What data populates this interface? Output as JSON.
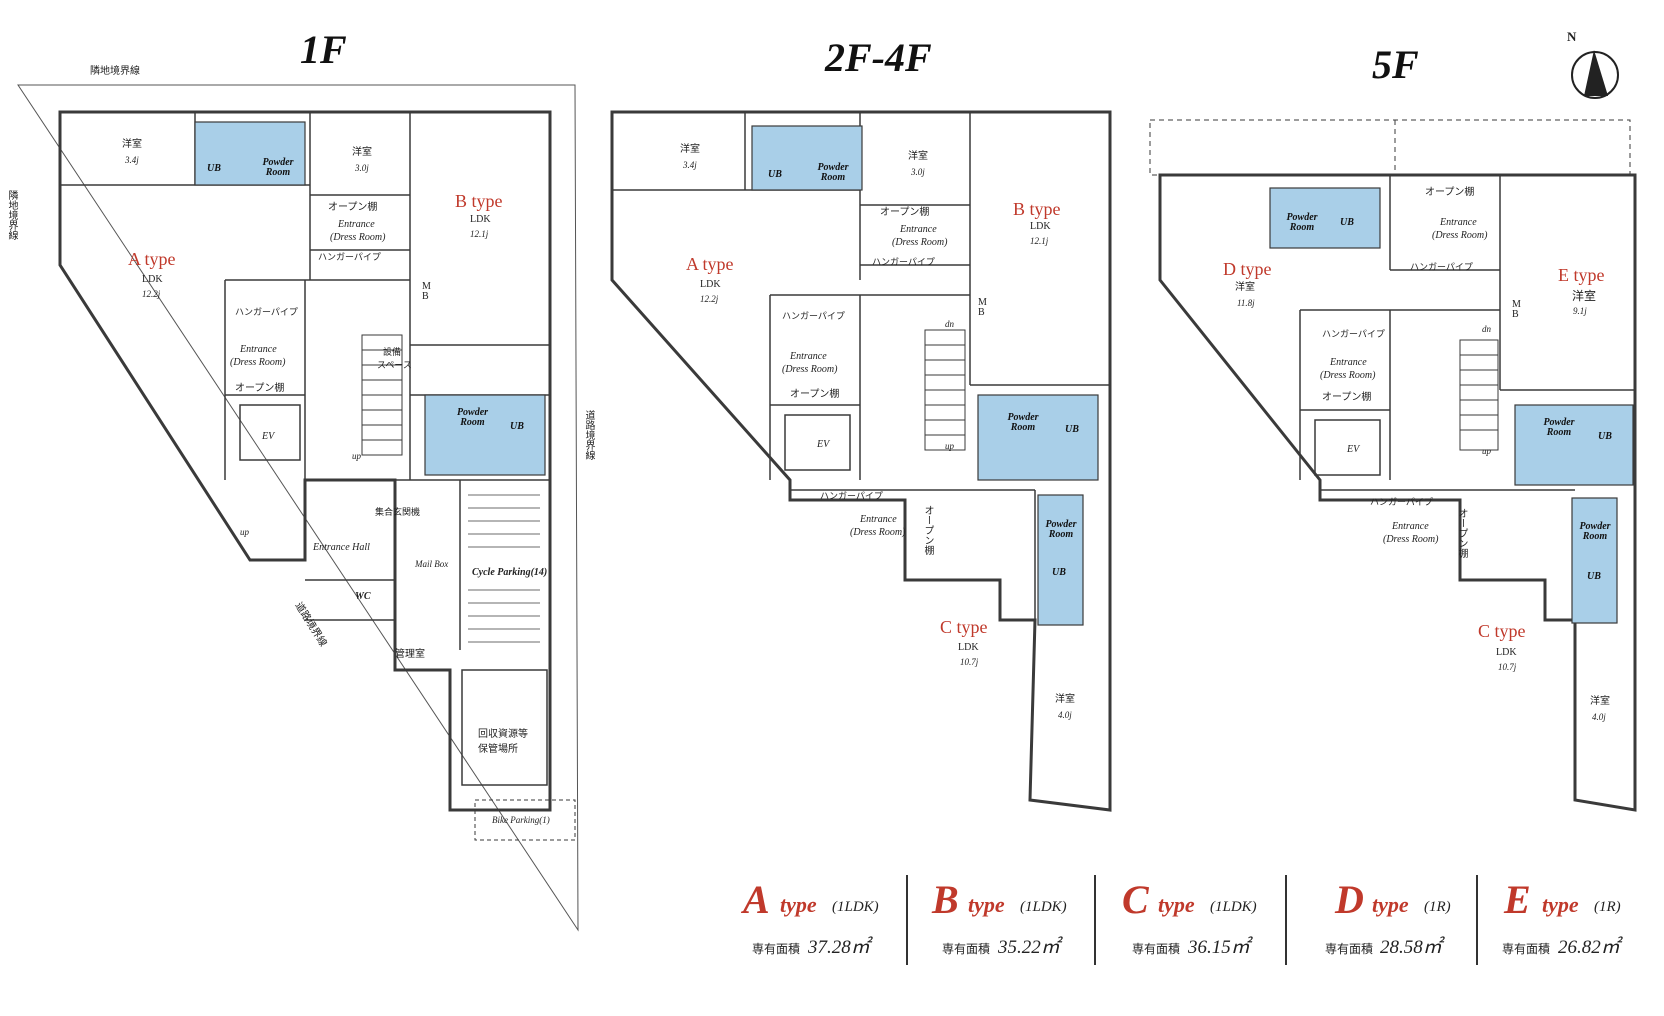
{
  "floors": {
    "f1": {
      "title": "1F",
      "boundary_top": "隣地境界線",
      "boundary_left": "隣地境界線",
      "boundary_right": "道路境界線",
      "boundary_diag": "道路境界線",
      "a_type": "A type",
      "a_ldk": "LDK",
      "a_ldk_area": "12.2j",
      "a_room": "洋室",
      "a_room_area": "3.4j",
      "a_entrance": "Entrance",
      "a_dress": "(Dress Room)",
      "a_hanger": "ハンガーパイプ",
      "a_open_shelf": "オープン棚",
      "b_type": "B type",
      "b_ldk": "LDK",
      "b_ldk_area": "12.1j",
      "b_room": "洋室",
      "b_room_area": "3.0j",
      "b_entrance": "Entrance",
      "b_dress": "(Dress Room)",
      "b_open_shelf": "オープン棚",
      "b_hanger": "ハンガーパイプ",
      "mb": "M B",
      "ev": "EV",
      "equip": "設備",
      "space": "スペース",
      "up_stairs": "up",
      "up_road": "up",
      "collective": "集合玄関機",
      "entrance_hall": "Entrance Hall",
      "mail_box": "Mail Box",
      "cycle_parking": "Cycle Parking(14)",
      "wc": "WC",
      "office": "管理室",
      "recycle_1": "回収資源等",
      "recycle_2": "保管場所",
      "bike_parking": "Bike Parking(1)",
      "ub_a": "UB",
      "powder_a": "Powder Room",
      "powder_b": "Powder Room",
      "ub_b": "UB"
    },
    "f2": {
      "title": "2F-4F",
      "a_type": "A type",
      "a_ldk": "LDK",
      "a_ldk_area": "12.2j",
      "a_room": "洋室",
      "a_room_area": "3.4j",
      "a_entrance": "Entrance",
      "a_dress": "(Dress Room)",
      "a_hanger": "ハンガーパイプ",
      "a_open_shelf": "オープン棚",
      "b_type": "B type",
      "b_ldk": "LDK",
      "b_ldk_area": "12.1j",
      "b_room": "洋室",
      "b_room_area": "3.0j",
      "b_entrance": "Entrance",
      "b_dress": "(Dress Room)",
      "b_open_shelf": "オープン棚",
      "b_hanger": "ハンガーパイプ",
      "c_type": "C type",
      "c_ldk": "LDK",
      "c_ldk_area": "10.7j",
      "c_room": "洋室",
      "c_room_area": "4.0j",
      "c_entrance": "Entrance",
      "c_dress": "(Dress Room)",
      "c_hanger": "ハンガーパイプ",
      "c_open_shelf": "オープン棚",
      "mb": "M B",
      "ev": "EV",
      "dn": "dn",
      "up": "up",
      "ub_a": "UB",
      "powder_a": "Powder Room",
      "powder_b": "Powder Room",
      "ub_b": "UB",
      "powder_c": "Powder Room",
      "ub_c": "UB"
    },
    "f5": {
      "title": "5F",
      "d_type": "D type",
      "d_room": "洋室",
      "d_room_area": "11.8j",
      "e_type": "E type",
      "e_room": "洋室",
      "e_room_area": "9.1j",
      "de_entrance": "Entrance",
      "de_dress": "(Dress Room)",
      "de_open_shelf": "オープン棚",
      "de_hanger": "ハンガーパイプ",
      "d_entrance": "Entrance",
      "d_dress": "(Dress Room)",
      "d_hanger": "ハンガーパイプ",
      "d_open_shelf": "オープン棚",
      "c_type": "C type",
      "c_ldk": "LDK",
      "c_ldk_area": "10.7j",
      "c_room": "洋室",
      "c_room_area": "4.0j",
      "c_entrance": "Entrance",
      "c_dress": "(Dress Room)",
      "c_hanger": "ハンガーパイプ",
      "c_open_shelf": "オープン棚",
      "mb": "M B",
      "ev": "EV",
      "dn": "dn",
      "up": "up",
      "powder_d": "Powder Room",
      "ub_d": "UB",
      "powder_e": "Powder Room",
      "ub_e": "UB",
      "powder_c": "Powder Room",
      "ub_c": "UB"
    }
  },
  "compass": {
    "label": "N",
    "icon": "north-arrow-icon"
  },
  "legend": [
    {
      "letter": "A",
      "type": "type",
      "kind": "(1LDK)",
      "area_label": "専有面積",
      "area_value": "37.28㎡"
    },
    {
      "letter": "B",
      "type": "type",
      "kind": "(1LDK)",
      "area_label": "専有面積",
      "area_value": "35.22㎡"
    },
    {
      "letter": "C",
      "type": "type",
      "kind": "(1LDK)",
      "area_label": "専有面積",
      "area_value": "36.15㎡"
    },
    {
      "letter": "D",
      "type": "type",
      "kind": "(1R)",
      "area_label": "専有面積",
      "area_value": "28.58㎡"
    },
    {
      "letter": "E",
      "type": "type",
      "kind": "(1R)",
      "area_label": "専有面積",
      "area_value": "26.82㎡"
    }
  ],
  "colors": {
    "wet_area": "#a9cfe8",
    "wall": "#3a3a3a",
    "accent_red": "#c0392b"
  }
}
